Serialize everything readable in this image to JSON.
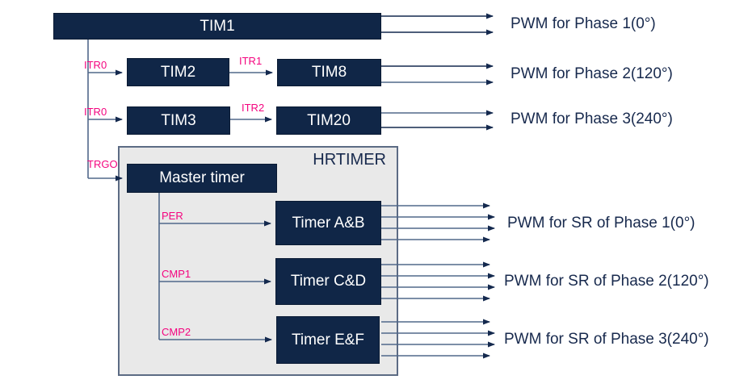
{
  "colors": {
    "box_navy": "#102647",
    "arrow_dark": "#14294e",
    "connector_grey": "#51688a",
    "signal_pink": "#f4047f",
    "panel_fill": "#e9e9e9",
    "panel_border": "#5c6b84",
    "label_navy": "#17294d"
  },
  "blocks": {
    "tim1": "TIM1",
    "tim2": "TIM2",
    "tim8": "TIM8",
    "tim3": "TIM3",
    "tim20": "TIM20",
    "hrtimer": "HRTIMER",
    "master_timer": "Master timer",
    "timer_ab": "Timer A&B",
    "timer_cd": "Timer C&D",
    "timer_ef": "Timer E&F"
  },
  "signals": {
    "itr0_tim2": "ITR0",
    "itr1": "ITR1",
    "itr0_tim3": "ITR0",
    "itr2": "ITR2",
    "trgo": "TRGO",
    "per": "PER",
    "cmp1": "CMP1",
    "cmp2": "CMP2"
  },
  "outputs": {
    "phase1": "PWM for Phase 1(0°)",
    "phase2": "PWM for Phase 2(120°)",
    "phase3": "PWM for Phase 3(240°)",
    "sr_phase1": "PWM for SR of Phase 1(0°)",
    "sr_phase2": "PWM for SR of Phase 2(120°)",
    "sr_phase3": "PWM for SR of Phase 3(240°)"
  }
}
